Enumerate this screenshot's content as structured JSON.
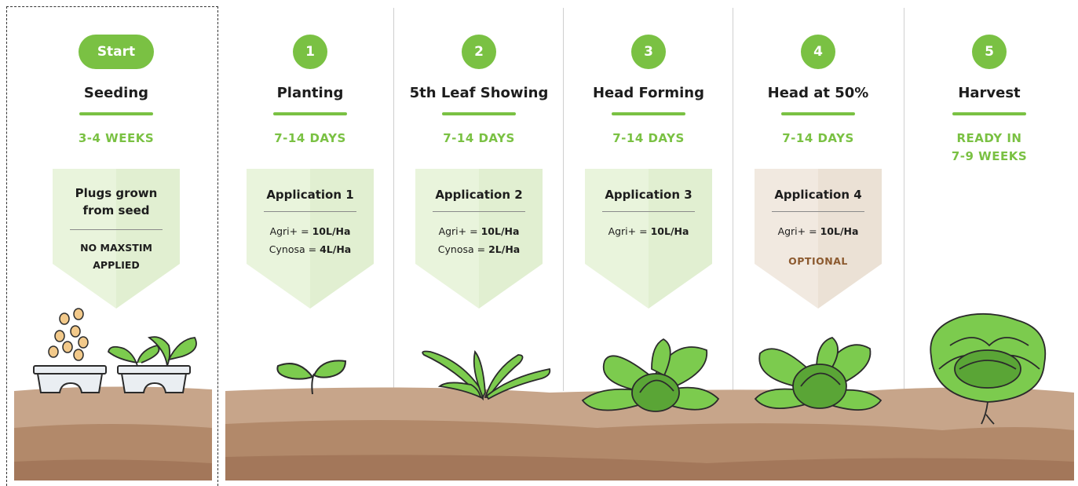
{
  "stages": [
    {
      "badge": "Start",
      "title": "Seeding",
      "duration": "3-4 WEEKS",
      "card": {
        "title_line1": "Plugs grown",
        "title_line2": "from seed",
        "note_line1": "NO MAXSTIM",
        "note_line2": "APPLIED"
      }
    },
    {
      "badge": "1",
      "title": "Planting",
      "duration": "7-14 DAYS",
      "card": {
        "title": "Application 1",
        "rows": [
          {
            "product": "Agri+",
            "eq": "=",
            "dose": "10L/Ha"
          },
          {
            "product": "Cynosa",
            "eq": "=",
            "dose": "4L/Ha"
          }
        ]
      }
    },
    {
      "badge": "2",
      "title": "5th Leaf Showing",
      "duration": "7-14 DAYS",
      "card": {
        "title": "Application 2",
        "rows": [
          {
            "product": "Agri+",
            "eq": "=",
            "dose": "10L/Ha"
          },
          {
            "product": "Cynosa",
            "eq": "=",
            "dose": "2L/Ha"
          }
        ]
      }
    },
    {
      "badge": "3",
      "title": "Head Forming",
      "duration": "7-14 DAYS",
      "card": {
        "title": "Application 3",
        "rows": [
          {
            "product": "Agri+",
            "eq": "=",
            "dose": "10L/Ha"
          }
        ]
      }
    },
    {
      "badge": "4",
      "title": "Head at 50%",
      "duration": "7-14 DAYS",
      "card": {
        "title": "Application 4",
        "rows": [
          {
            "product": "Agri+",
            "eq": "=",
            "dose": "10L/Ha"
          }
        ],
        "optional": "OPTIONAL"
      }
    },
    {
      "badge": "5",
      "title": "Harvest",
      "duration_line1": "READY IN",
      "duration_line2": "7-9 WEEKS"
    }
  ],
  "colors": {
    "accent": "#7ac143",
    "optional": "#8c5a2f",
    "soil_top": "#c7a58a",
    "soil_mid": "#b2896a",
    "soil_dark": "#a3775a",
    "leaf": "#7ccb4e",
    "leaf_dark": "#5aa536"
  },
  "icons": [
    "seed-tray-icon",
    "seedling-icon",
    "young-plant-icon",
    "lettuce-head-icon",
    "harvest-lettuce-icon"
  ]
}
